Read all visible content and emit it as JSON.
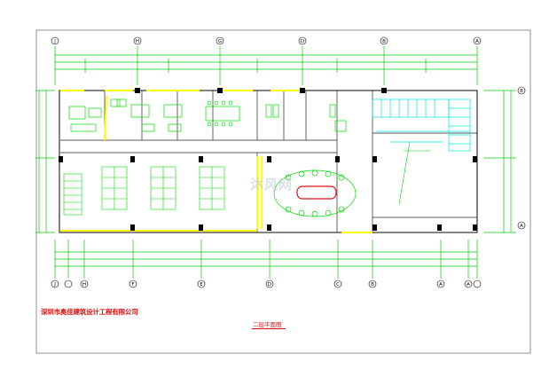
{
  "company_name": "深圳市奥佳建筑设计工程有限公司",
  "sheet_title": "二层平面图",
  "watermark": "沐风网",
  "grid_axes": {
    "top": [
      "J",
      "H",
      "G",
      "D",
      "B",
      "A"
    ],
    "bottom": [
      "J",
      "H",
      "F",
      "E",
      "D",
      "C",
      "B",
      "A",
      "A"
    ],
    "right": [
      "B",
      "A"
    ]
  },
  "colors": {
    "paper": "#ffffff",
    "frame": "#888888",
    "walls": "#ffffff",
    "furniture": "#00dd00",
    "dimensions": "#00cc00",
    "columns": "#000000",
    "glass_partition": "#ffff00",
    "stair_rails": "#00e5e5",
    "text_red": "#e01010"
  }
}
